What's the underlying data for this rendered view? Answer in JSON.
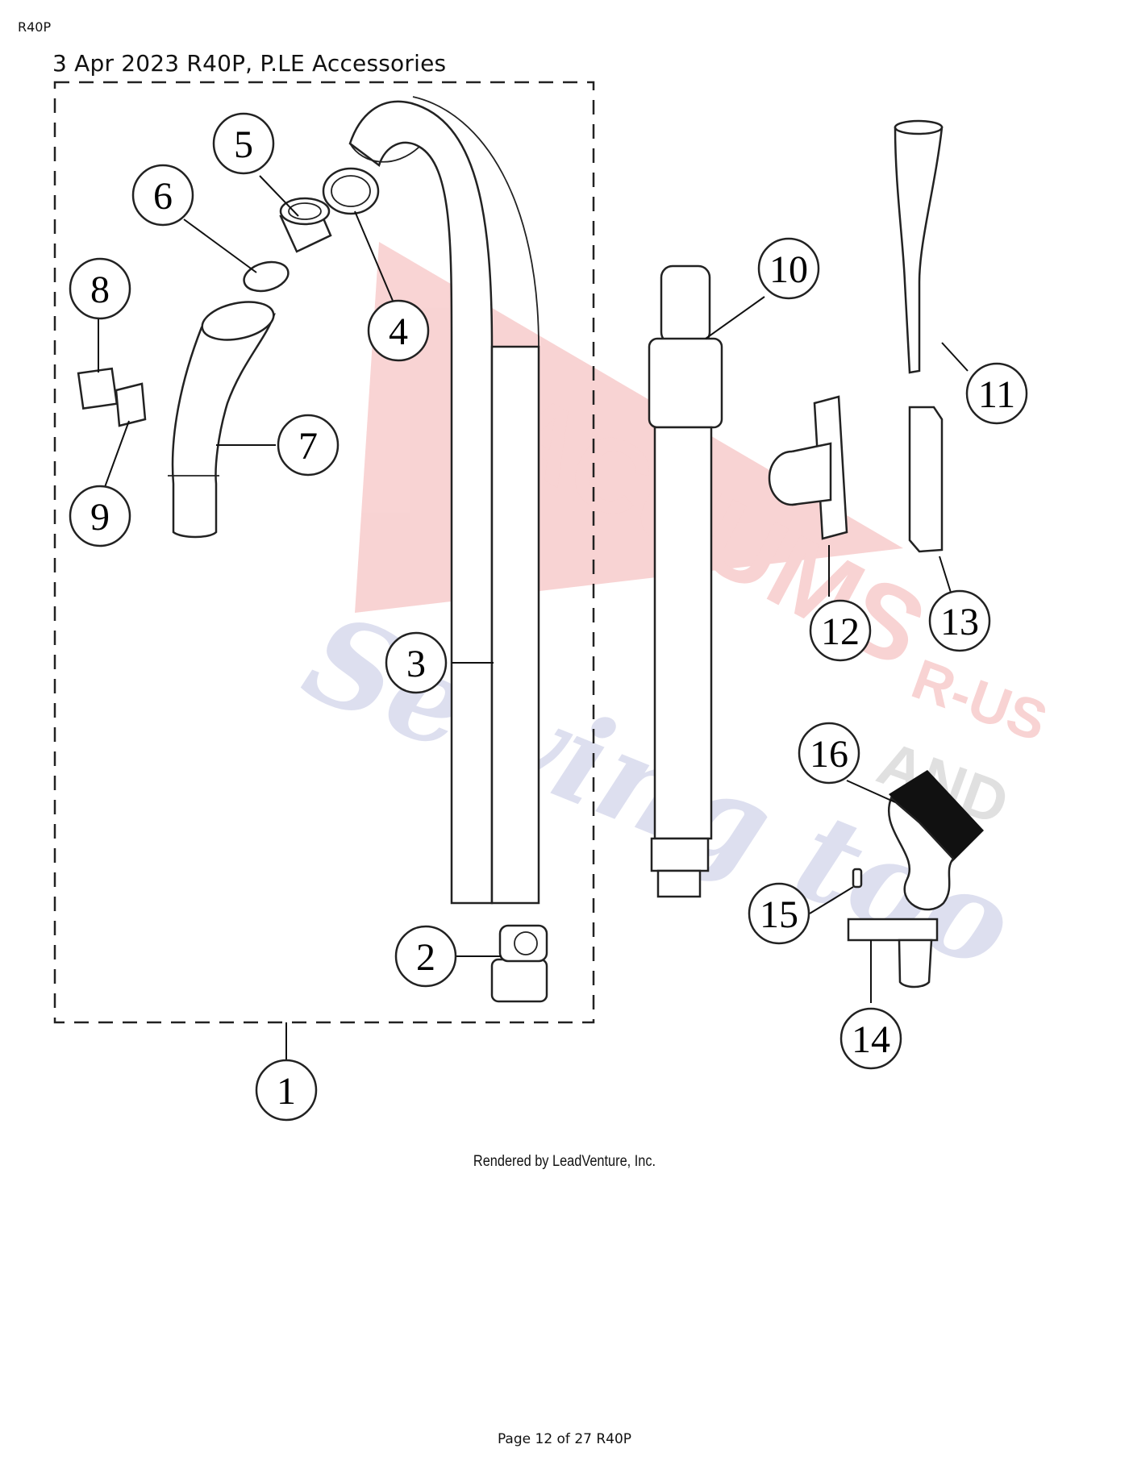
{
  "header": {
    "corner_label": "R40P",
    "title": "3 Apr 2023 R40P, P.LE Accessories"
  },
  "credit": "Rendered by LeadVenture, Inc.",
  "footer": {
    "page_text": "Page 12 of 27 R40P"
  },
  "watermark": {
    "line1": "VACUUMS",
    "line2": "Sewing too",
    "r_us": "R-US",
    "and": "AND",
    "colors": {
      "red": "#e23a3a",
      "blue": "#6870b8"
    }
  },
  "callouts": [
    "1",
    "2",
    "3",
    "4",
    "5",
    "6",
    "7",
    "8",
    "9",
    "10",
    "11",
    "12",
    "13",
    "14",
    "15",
    "16"
  ]
}
